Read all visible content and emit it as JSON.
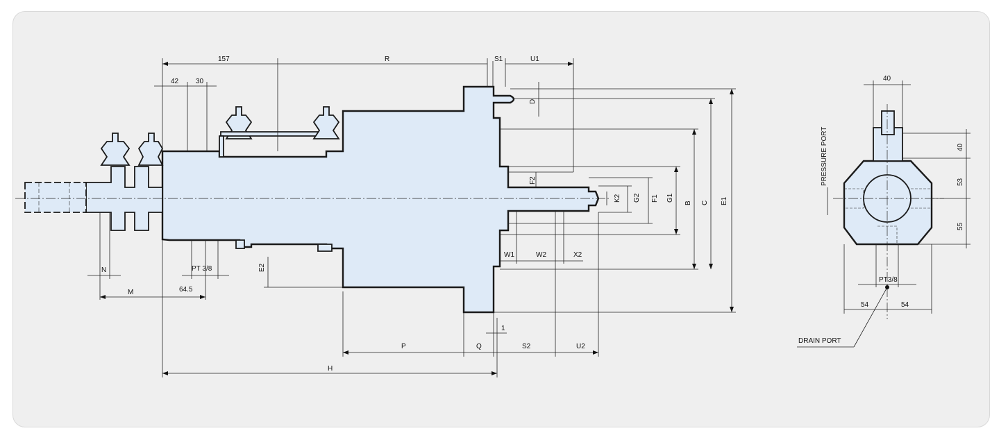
{
  "diagram": {
    "dimension_labels": {
      "top_157": "157",
      "top_R": "R",
      "top_S1": "S1",
      "top_U1": "U1",
      "top_42": "42",
      "top_30": "30",
      "D": "D",
      "F2": "F2",
      "K2": "K2",
      "G2": "G2",
      "F1": "F1",
      "G1": "G1",
      "B": "B",
      "C": "C",
      "E1": "E1",
      "E2": "E2",
      "N": "N",
      "M": "M",
      "v64_5": "64.5",
      "PT38": "PT 3/8",
      "W1": "W1",
      "W2": "W2",
      "X2": "X2",
      "one": "1",
      "P": "P",
      "Q": "Q",
      "S2": "S2",
      "U2": "U2",
      "H": "H"
    },
    "side_view": {
      "top_40": "40",
      "v40": "40",
      "v53": "53",
      "v55": "55",
      "pressure_port": "PRESSURE PORT",
      "pt38": "PT3/8",
      "left_54": "54",
      "right_54": "54",
      "drain_port": "DRAIN PORT"
    }
  }
}
